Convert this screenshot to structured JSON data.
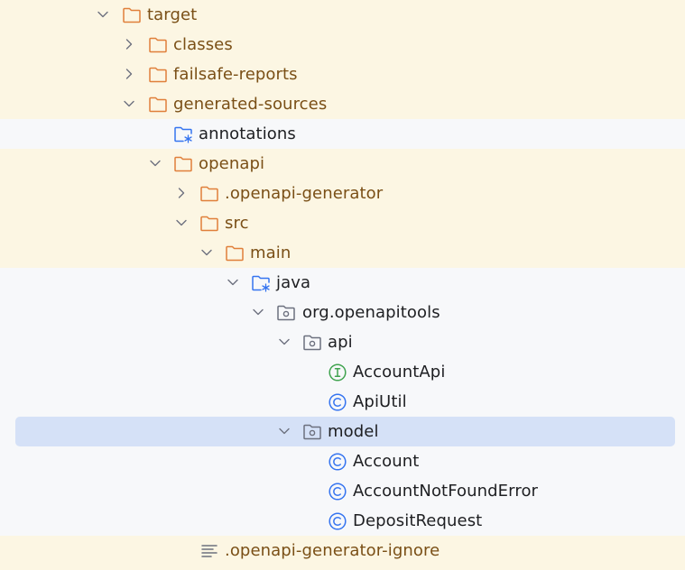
{
  "tree": {
    "items": [
      {
        "label": "target",
        "icon": "folder-icon",
        "expanded": true,
        "excluded": true
      },
      {
        "label": "classes",
        "icon": "folder-icon",
        "expanded": false,
        "excluded": true
      },
      {
        "label": "failsafe-reports",
        "icon": "folder-icon",
        "expanded": false,
        "excluded": true
      },
      {
        "label": "generated-sources",
        "icon": "folder-icon",
        "expanded": true,
        "excluded": true
      },
      {
        "label": "annotations",
        "icon": "source-root-folder-icon",
        "excluded": false
      },
      {
        "label": "openapi",
        "icon": "folder-icon",
        "expanded": true,
        "excluded": true
      },
      {
        "label": ".openapi-generator",
        "icon": "folder-icon",
        "expanded": false,
        "excluded": true
      },
      {
        "label": "src",
        "icon": "folder-icon",
        "expanded": true,
        "excluded": true
      },
      {
        "label": "main",
        "icon": "folder-icon",
        "expanded": true,
        "excluded": true
      },
      {
        "label": "java",
        "icon": "source-root-folder-icon",
        "expanded": true,
        "excluded": false
      },
      {
        "label": "org.openapitools",
        "icon": "package-icon",
        "expanded": true,
        "excluded": false
      },
      {
        "label": "api",
        "icon": "package-icon",
        "expanded": true,
        "excluded": false
      },
      {
        "label": "AccountApi",
        "icon": "interface-icon",
        "excluded": false
      },
      {
        "label": "ApiUtil",
        "icon": "class-icon",
        "excluded": false
      },
      {
        "label": "model",
        "icon": "package-icon",
        "expanded": true,
        "excluded": false,
        "selected": true
      },
      {
        "label": "Account",
        "icon": "class-icon",
        "excluded": false
      },
      {
        "label": "AccountNotFoundError",
        "icon": "class-icon",
        "excluded": false
      },
      {
        "label": "DepositRequest",
        "icon": "class-icon",
        "excluded": false
      },
      {
        "label": ".openapi-generator-ignore",
        "icon": "text-file-icon",
        "excluded": true
      }
    ]
  },
  "colors": {
    "excluded_background": "#fcf6e3",
    "normal_background": "#f7f8fa",
    "selection": "#d5e1f7",
    "folder_stroke": "#e07f3a",
    "source_folder_stroke": "#3574f0",
    "class_icon": "#3574f0",
    "interface_icon": "#40a34f",
    "excluded_text": "#7a4f16"
  }
}
